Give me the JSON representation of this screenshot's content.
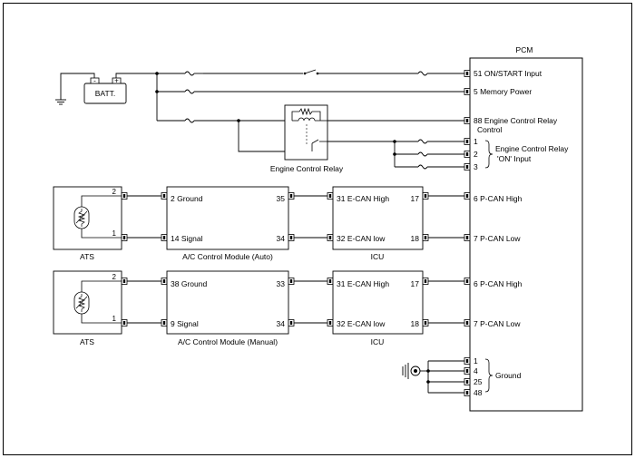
{
  "pcm": {
    "title": "PCM",
    "pins": {
      "on_start": "51 ON/START Input",
      "memory_power": "5 Memory Power",
      "ecr_control_1": "88 Engine Control Relay",
      "ecr_control_2": "Control",
      "ecr_on_1": "1",
      "ecr_on_2": "2",
      "ecr_on_3": "3",
      "ecr_on_group_1": "Engine Control Relay",
      "ecr_on_group_2": "'ON' Input",
      "pcan_high_a": "6 P-CAN High",
      "pcan_low_a": "7 P-CAN Low",
      "pcan_high_b": "6 P-CAN High",
      "pcan_low_b": "7 P-CAN Low",
      "gnd_1": "1",
      "gnd_4": "4",
      "gnd_25": "25",
      "gnd_48": "48",
      "ground_group": "Ground"
    }
  },
  "battery": {
    "label": "BATT.",
    "minus": "-",
    "plus": "+"
  },
  "relay": {
    "label": "Engine Control Relay"
  },
  "ats_auto": {
    "label": "ATS",
    "pin_top": "2",
    "pin_bottom": "1"
  },
  "ats_manual": {
    "label": "ATS",
    "pin_top": "2",
    "pin_bottom": "1"
  },
  "acm_auto": {
    "label": "A/C Control Module (Auto)",
    "pin_ground": "2 Ground",
    "pin_signal": "14 Signal",
    "pin_out_top": "35",
    "pin_out_bottom": "34"
  },
  "acm_manual": {
    "label": "A/C Control Module (Manual)",
    "pin_ground": "38 Ground",
    "pin_signal": "9 Signal",
    "pin_out_top": "33",
    "pin_out_bottom": "34"
  },
  "icu_auto": {
    "label": "ICU",
    "pin_ecan_high": "31 E-CAN High",
    "pin_ecan_low": "32 E-CAN low",
    "pin_out_top": "17",
    "pin_out_bottom": "18"
  },
  "icu_manual": {
    "label": "ICU",
    "pin_ecan_high": "31 E-CAN High",
    "pin_ecan_low": "32 E-CAN low",
    "pin_out_top": "17",
    "pin_out_bottom": "18"
  }
}
